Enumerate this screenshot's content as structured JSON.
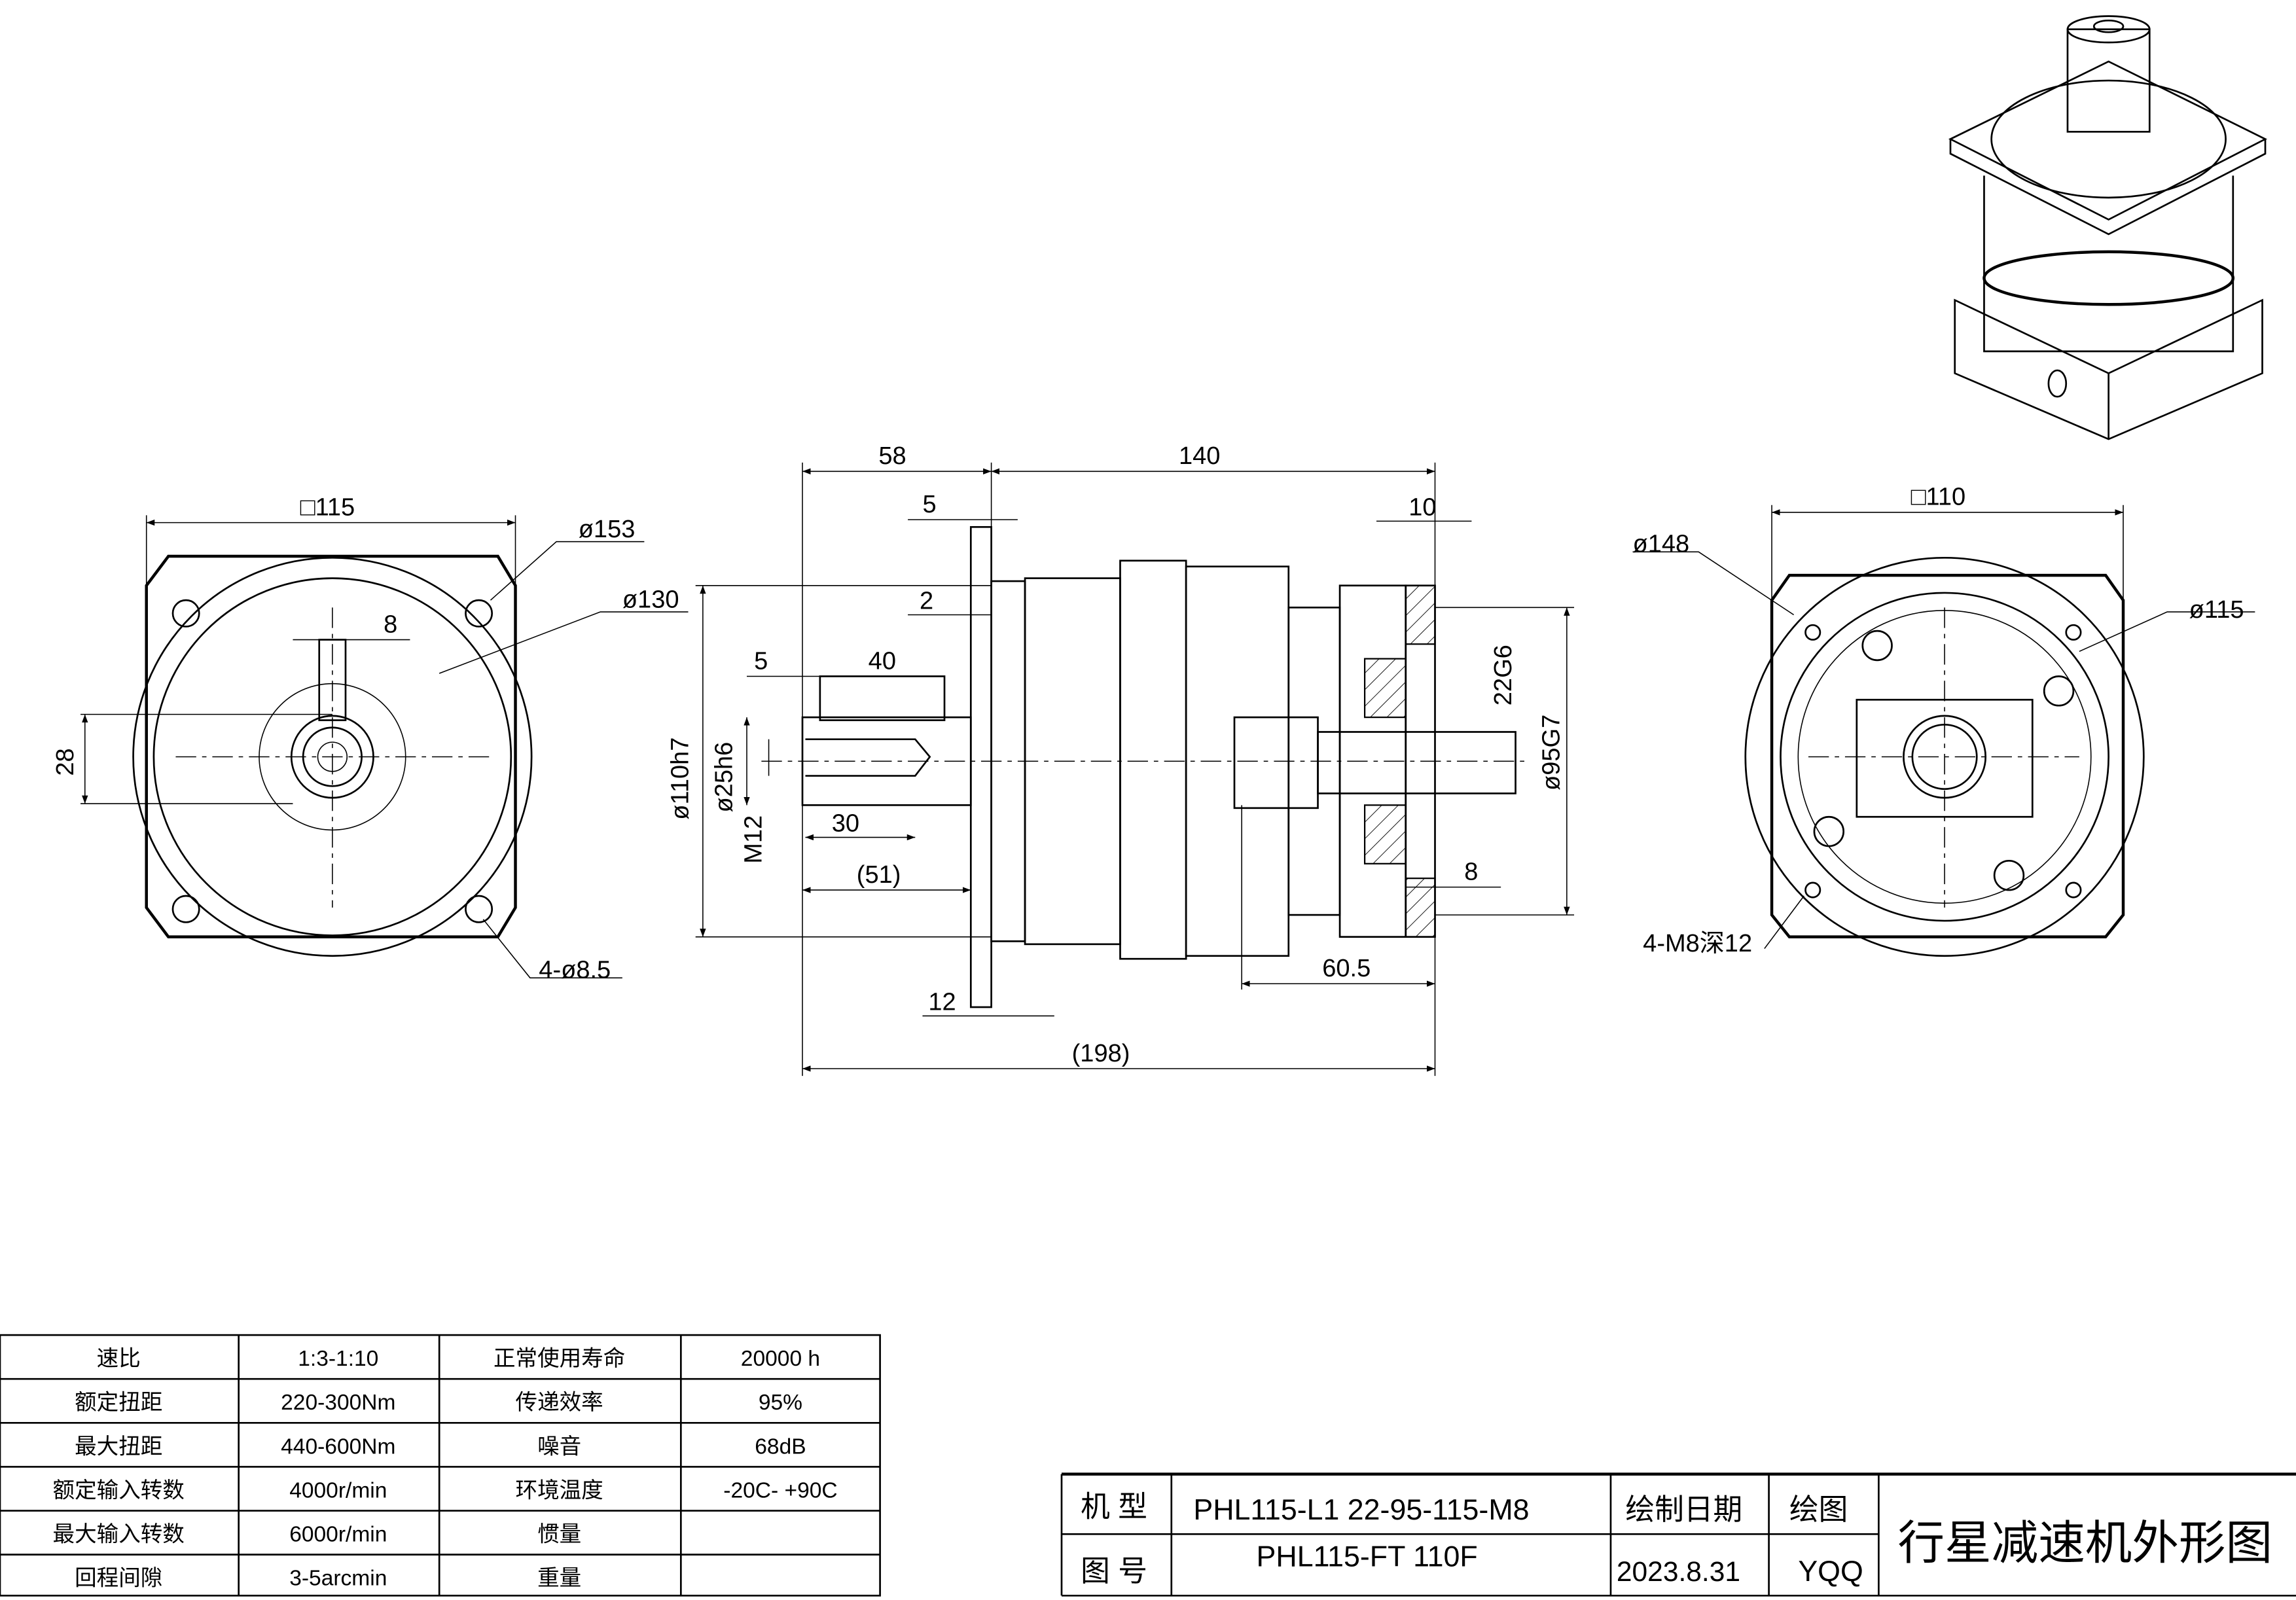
{
  "front_view": {
    "square": "□115",
    "dia_outer": "ø153",
    "dia_bolt": "ø130",
    "key_width": "8",
    "shaft_height": "28",
    "holes": "4-ø8.5"
  },
  "side_view": {
    "len_flange": "58",
    "len_body": "140",
    "flange_thk": "5",
    "step": "2",
    "key_offset": "5",
    "key_len": "40",
    "adapter_thk": "10",
    "pilot": "ø110h7",
    "shaft_dia": "ø25h6",
    "thread": "M12",
    "thread_depth": "30",
    "shaft_len": "(51)",
    "flange_ref": "12",
    "total_len": "(198)",
    "input_len": "60.5",
    "input_depth": "8",
    "input_bore": "22G6",
    "input_pilot": "ø95G7"
  },
  "rear_view": {
    "square": "□110",
    "dia_outer": "ø148",
    "dia_bolt": "ø115",
    "holes": "4-M8深12"
  },
  "spec_table": {
    "rows": [
      [
        "速比",
        "1:3-1:10",
        "正常使用寿命",
        "20000  h"
      ],
      [
        "额定扭距",
        "220-300Nm",
        "传递效率",
        "95%"
      ],
      [
        "最大扭距",
        "440-600Nm",
        "噪音",
        "68dB"
      ],
      [
        "额定输入转数",
        "4000r/min",
        "环境温度",
        "-20C-  +90C"
      ],
      [
        "最大输入转数",
        "6000r/min",
        "惯量",
        ""
      ],
      [
        "回程间隙",
        "3-5arcmin",
        "重量",
        ""
      ]
    ]
  },
  "title_block": {
    "model_label": "机 型",
    "model_value": "PHL115-L1 22-95-115-M8",
    "drawing_no_label": "图 号",
    "drawing_no_value": "PHL115-FT 110F",
    "date_label": "绘制日期",
    "date_value": "2023.8.31",
    "drawer_label": "绘图",
    "drawer_value": "YQQ",
    "title": "行星减速机外形图"
  }
}
